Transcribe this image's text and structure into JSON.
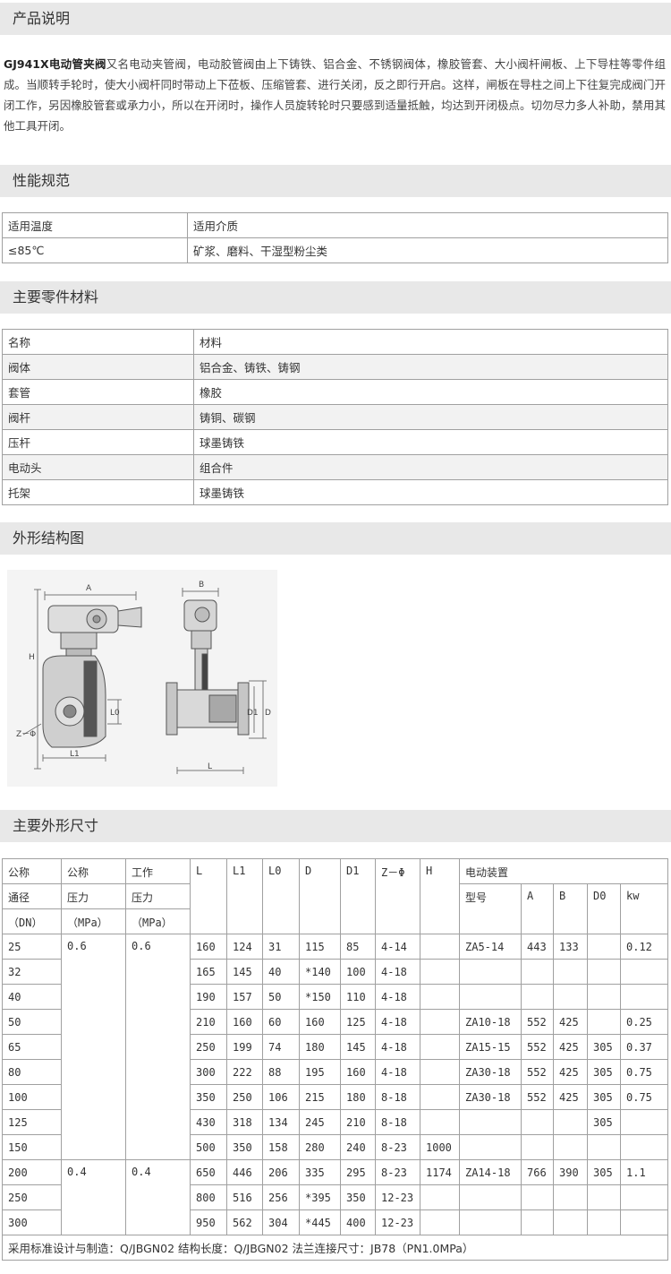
{
  "sections": {
    "desc": "产品说明",
    "spec": "性能规范",
    "materials": "主要零件材料",
    "structure": "外形结构图",
    "dimensions": "主要外形尺寸"
  },
  "intro": {
    "model": "GJ941X电动管夹阀",
    "text": "又名电动夹管阀，电动胶管阀由上下铸铁、铝合金、不锈钢阀体，橡胶管套、大小阀杆闸板、上下导柱等零件组成。当顺转手轮时，使大小阀杆同时带动上下莅板、压缩管套、进行关闭，反之即行开启。这样，闸板在导柱之间上下往复完成阀门开闭工作，另因橡胶管套或承力小，所以在开闭时，操作人员旋转轮时只要感到适量抵触，均达到开闭极点。切勿尽力多人补助，禁用其他工具开闭。"
  },
  "spec_table": {
    "headers": [
      "适用温度",
      "适用介质"
    ],
    "row": [
      "≤85℃",
      "矿浆、磨料、干湿型粉尘类"
    ]
  },
  "materials_table": {
    "headers": [
      "名称",
      "材料"
    ],
    "rows": [
      [
        "阀体",
        "铝合金、铸铁、铸钢"
      ],
      [
        "套管",
        "橡胶"
      ],
      [
        "阀杆",
        "铸铜、碳钢"
      ],
      [
        "压杆",
        "球墨铸铁"
      ],
      [
        "电动头",
        "组合件"
      ],
      [
        "托架",
        "球墨铸铁"
      ]
    ]
  },
  "diagram_labels": {
    "A": "A",
    "B": "B",
    "H": "H",
    "L": "L",
    "L1": "L1",
    "L0": "L0",
    "D": "D",
    "D1": "D1",
    "ZPhi": "Z－Φ"
  },
  "dim_table": {
    "h_nominal": [
      "公称",
      "通径",
      "（DN）"
    ],
    "h_pressure": [
      "公称",
      "压力",
      "（MPa）"
    ],
    "h_work": [
      "工作",
      "压力",
      "（MPa）"
    ],
    "h_cols": [
      "L",
      "L1",
      "L0",
      "D",
      "D1",
      "Z－Φ",
      "H"
    ],
    "h_drive": "电动装置",
    "h_drive_cols": [
      "型号",
      "A",
      "B",
      "D0",
      "kw"
    ],
    "group1_pressure": "0.6",
    "group1_work": "0.6",
    "group2_pressure": "0.4",
    "group2_work": "0.4",
    "rows": [
      [
        "25",
        "160",
        "124",
        "31",
        "115",
        "85",
        "4-14",
        "",
        "ZA5-14",
        "443",
        "133",
        "",
        "0.12"
      ],
      [
        "32",
        "165",
        "145",
        "40",
        "*140",
        "100",
        "4-18",
        "",
        "",
        "",
        "",
        "",
        ""
      ],
      [
        "40",
        "190",
        "157",
        "50",
        "*150",
        "110",
        "4-18",
        "",
        "",
        "",
        "",
        "",
        ""
      ],
      [
        "50",
        "210",
        "160",
        "60",
        "160",
        "125",
        "4-18",
        "",
        "ZA10-18",
        "552",
        "425",
        "",
        "0.25"
      ],
      [
        "65",
        "250",
        "199",
        "74",
        "180",
        "145",
        "4-18",
        "",
        "ZA15-15",
        "552",
        "425",
        "305",
        "0.37"
      ],
      [
        "80",
        "300",
        "222",
        "88",
        "195",
        "160",
        "4-18",
        "",
        "ZA30-18",
        "552",
        "425",
        "305",
        "0.75"
      ],
      [
        "100",
        "350",
        "250",
        "106",
        "215",
        "180",
        "8-18",
        "",
        "ZA30-18",
        "552",
        "425",
        "305",
        "0.75"
      ],
      [
        "125",
        "430",
        "318",
        "134",
        "245",
        "210",
        "8-18",
        "",
        "",
        "",
        "",
        "305",
        ""
      ],
      [
        "150",
        "500",
        "350",
        "158",
        "280",
        "240",
        "8-23",
        "1000",
        "",
        "",
        "",
        "",
        ""
      ],
      [
        "200",
        "650",
        "446",
        "206",
        "335",
        "295",
        "8-23",
        "1174",
        "ZA14-18",
        "766",
        "390",
        "305",
        "1.1"
      ],
      [
        "250",
        "800",
        "516",
        "256",
        "*395",
        "350",
        "12-23",
        "",
        "",
        "",
        "",
        "",
        ""
      ],
      [
        "300",
        "950",
        "562",
        "304",
        "*445",
        "400",
        "12-23",
        "",
        "",
        "",
        "",
        "",
        ""
      ]
    ],
    "footer": "采用标准设计与制造：Q/JBGN02 结构长度：Q/JBGN02 法兰连接尺寸：JB78（PN1.0MPa）"
  }
}
